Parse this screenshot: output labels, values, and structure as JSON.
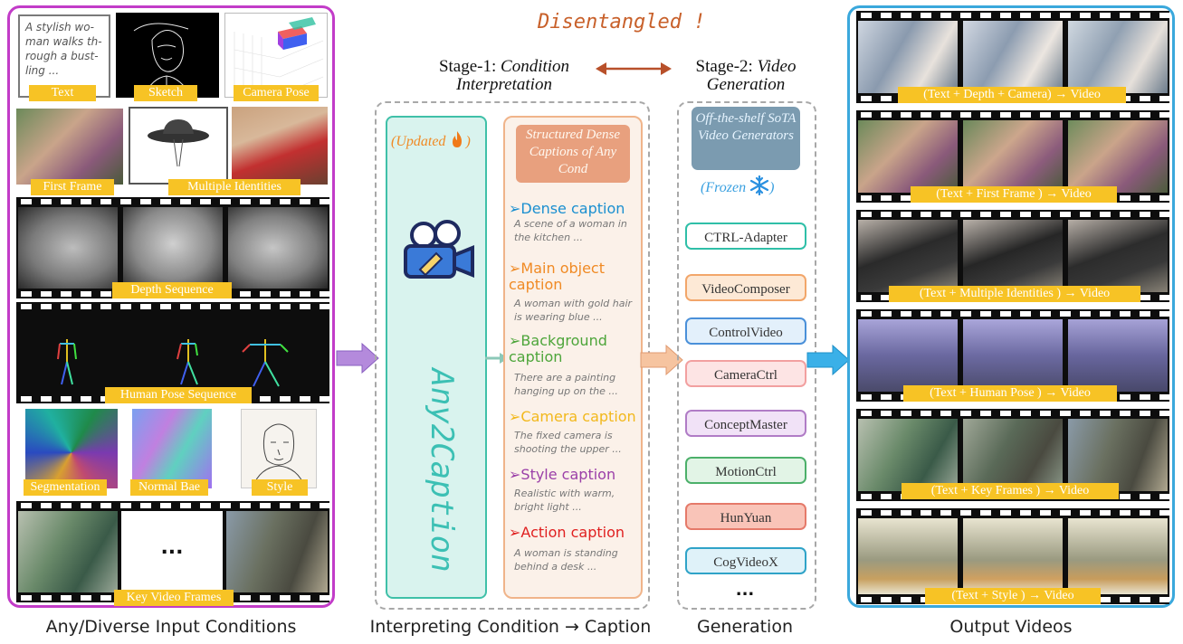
{
  "left": {
    "text_sample": "A stylish wo-\nman walks th-\nrough a bust-\nling ...",
    "labels": {
      "text": "Text",
      "sketch": "Sketch",
      "camera_pose": "Camera Pose",
      "first_frame": "First Frame",
      "multiple_identities": "Multiple Identities",
      "depth_sequence": "Depth Sequence",
      "human_pose_sequence": "Human Pose Sequence",
      "segmentation": "Segmentation",
      "normal_bae": "Normal Bae",
      "style": "Style",
      "key_video_frames": "Key Video Frames"
    },
    "ellipsis": "...",
    "title": "Any/Diverse Input Conditions"
  },
  "middle": {
    "disentangled": "Disentangled !",
    "stage1_prefix": "Stage-1: ",
    "stage1_italic_1": "Condition",
    "stage1_italic_2": "Interpretation",
    "stage2_prefix": "Stage-2: ",
    "stage2_italic_1": "Video",
    "stage2_italic_2": "Generation",
    "updated": "(Updated",
    "updated_close": ")",
    "model_name": "Any2Caption",
    "structured_header": "Structured Dense Captions of Any Cond",
    "captions": [
      {
        "head": "Dense caption",
        "body": "A scene of a woman in the kitchen ...",
        "color": "#1a8fd0"
      },
      {
        "head": "Main object caption",
        "body": "A woman with gold hair is wearing blue ...",
        "color": "#f08a24"
      },
      {
        "head": "Background caption",
        "body": "There are a painting hanging up on the ...",
        "color": "#4da53a"
      },
      {
        "head": "Camera caption",
        "body": "The fixed camera is shooting the upper ...",
        "color": "#f2b81c"
      },
      {
        "head": "Style caption",
        "body": "Realistic with warm, bright light ...",
        "color": "#9b3fa8"
      },
      {
        "head": "Action caption",
        "body": "A woman is standing behind a desk ...",
        "color": "#e02020"
      }
    ],
    "title": "Interpreting Condition → Caption"
  },
  "generation": {
    "header": "Off-the-shelf SoTA Video Generators",
    "frozen": "(Frozen",
    "frozen_close": ")",
    "models": [
      {
        "name": "CTRL-Adapter",
        "border": "#2fbfa8",
        "fill": "#ffffff"
      },
      {
        "name": "VideoComposer",
        "border": "#f2a66a",
        "fill": "#fde9d6"
      },
      {
        "name": "ControlVideo",
        "border": "#4a90d9",
        "fill": "#e3f0fb"
      },
      {
        "name": "CameraCtrl",
        "border": "#f2a0a0",
        "fill": "#fde4e4"
      },
      {
        "name": "ConceptMaster",
        "border": "#b07cc6",
        "fill": "#f1e2f7"
      },
      {
        "name": "MotionCtrl",
        "border": "#4cb06a",
        "fill": "#e2f4e6"
      },
      {
        "name": "HunYuan",
        "border": "#e57a6a",
        "fill": "#f9c4b8"
      },
      {
        "name": "CogVideoX",
        "border": "#2fa3c8",
        "fill": "#dff2f9"
      }
    ],
    "ellipsis": "...",
    "title": "Generation"
  },
  "output": {
    "labels": [
      "(Text + Depth + Camera) → Video",
      "(Text + First Frame ) → Video",
      "(Text + Multiple Identities ) → Video",
      "(Text + Human Pose ) → Video",
      "(Text + Key Frames ) → Video",
      "(Text + Style ) → Video"
    ],
    "title": "Output Videos"
  },
  "colors": {
    "left_border": "#c23cc8",
    "right_border": "#3aa8dc",
    "chip": "#f7c325",
    "any2caption_fill": "#d9f3ee",
    "any2caption_border": "#3fc0a8",
    "structured_fill": "#fbf1e9",
    "structured_border": "#f0b48a",
    "disentangled": "#c8602a"
  }
}
